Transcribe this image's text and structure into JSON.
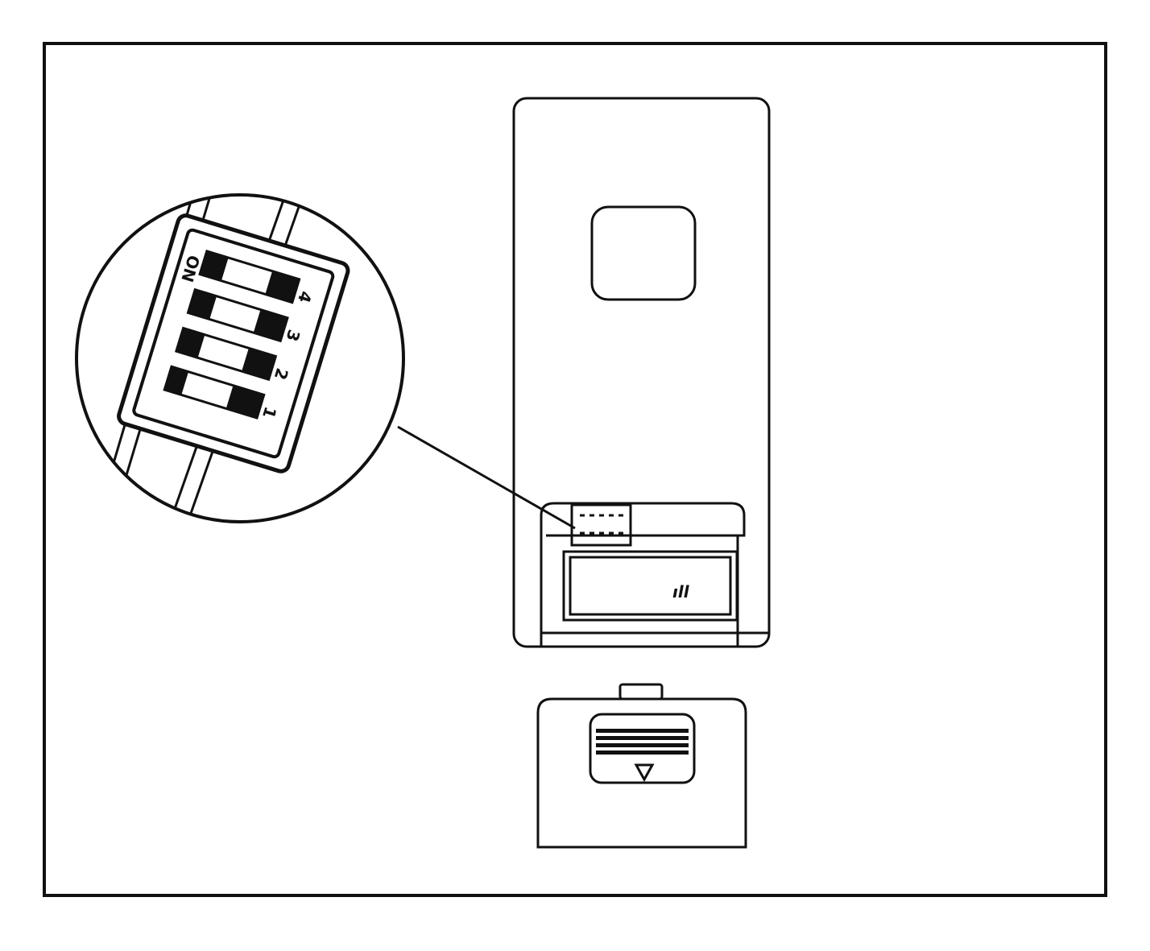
{
  "figure": {
    "dip_switch": {
      "on_label": "ON",
      "switch_numbers": [
        "4",
        "3",
        "2",
        "1"
      ]
    },
    "line_color": "#111111",
    "background_color": "#ffffff"
  }
}
